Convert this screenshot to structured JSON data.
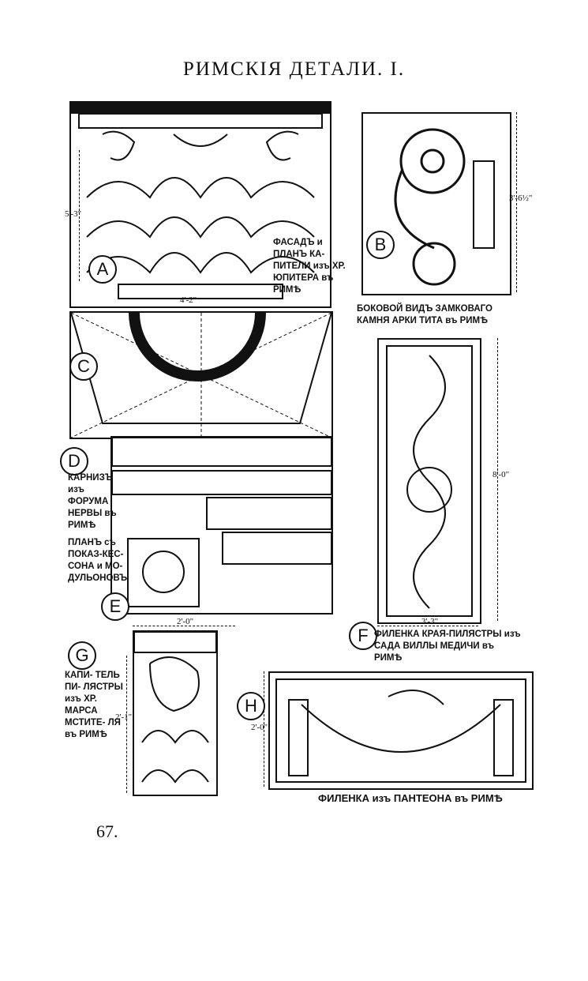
{
  "page": {
    "title": "РИМСКІЯ ДЕТАЛИ. I.",
    "page_number": "67."
  },
  "figures": {
    "A": {
      "letter": "A",
      "caption": "ФАСАДЪ и ПЛАНЪ КА- ПИТЕЛИ изъ ХР. ЮПИТЕРА въ РИМѢ",
      "dim_height": "5'-3\"",
      "dim_width": "4'-2\""
    },
    "B": {
      "letter": "B",
      "caption": "БОКОВОЙ ВИДЪ ЗАМКОВАГО КАМНЯ АРКИ ТИТА въ РИМѢ",
      "dim_height": "3'-6½\""
    },
    "C": {
      "letter": "C"
    },
    "D": {
      "letter": "D",
      "caption": "КАРНИЗЪ изъ ФОРУМА НЕРВЫ въ РИМѢ"
    },
    "E": {
      "letter": "E",
      "caption": "ПЛАНЪ съ ПОКАЗ-КЕС- СОНА и МО- ДУЛЬОНОВЪ"
    },
    "F": {
      "letter": "F",
      "caption": "ФИЛЕНКА КРАЯ-ПИЛЯСТРЫ изъ САДА ВИЛЛЫ МЕДИЧИ въ РИМѢ",
      "dim_height": "8'-0\"",
      "dim_width": "3'-3\""
    },
    "G": {
      "letter": "G",
      "caption": "КАПИ- ТЕЛЬ ПИ- ЛЯСТРЫ изъ ХР. МАРСА МСТИТЕ- ЛЯ въ РИМѢ",
      "dim_height": "2'-1\"",
      "dim_width": "2'-0\""
    },
    "H": {
      "letter": "H",
      "caption": "ФИЛЕНКА изъ ПАНТЕОНА въ РИМѢ",
      "dim_height": "2'-0\""
    }
  }
}
